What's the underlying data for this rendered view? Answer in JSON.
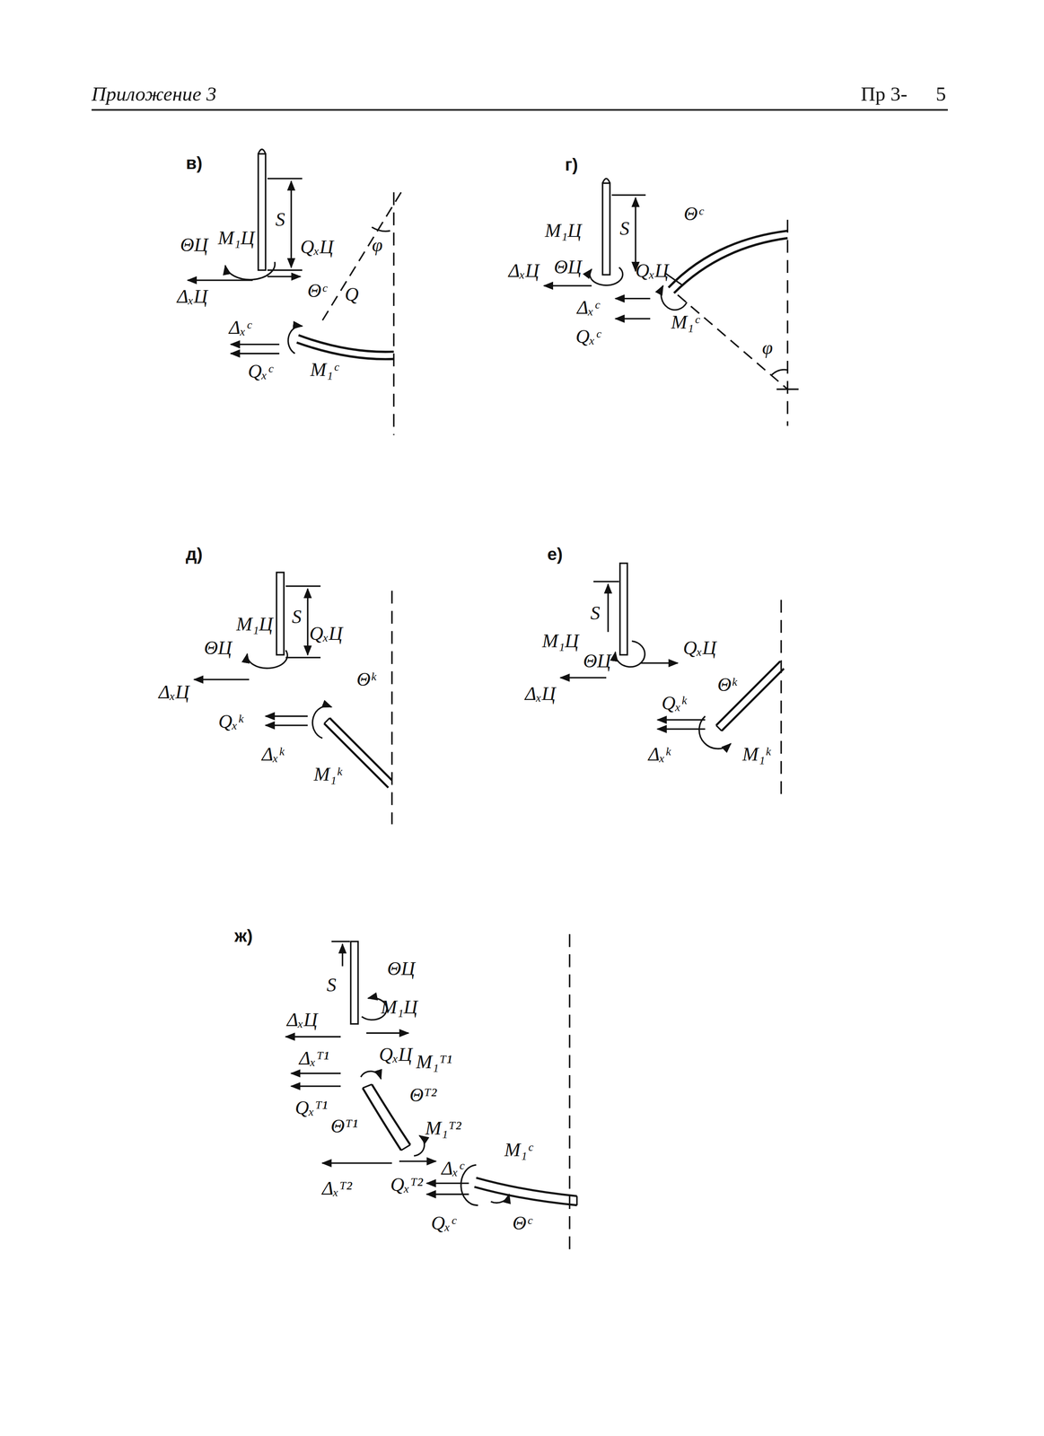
{
  "diagram": {
    "labels": [
      "Приложение 3",
      "Пр 3-",
      "5",
      "в)",
      "S",
      "ΘЦ",
      "M₁Ц",
      "QₓЦ",
      "ΔₓЦ",
      "Θᶜ",
      "Q",
      "φ",
      "Δₓᶜ",
      "Qₓᶜ",
      "M₁ᶜ",
      "г)",
      "S",
      "M₁Ц",
      "ΘЦ",
      "QₓЦ",
      "Θᶜ",
      "ΔₓЦ",
      "Δₓᶜ",
      "Qₓᶜ",
      "M₁ᶜ",
      "φ",
      "д)",
      "M₁Ц",
      "S",
      "ΘЦ",
      "QₓЦ",
      "ΔₓЦ",
      "Θᵏ",
      "Qₓᵏ",
      "Δₓᵏ",
      "M₁ᵏ",
      "е)",
      "S",
      "M₁Ц",
      "ΘЦ",
      "QₓЦ",
      "ΔₓЦ",
      "Qₓᵏ",
      "Θᵏ",
      "Δₓᵏ",
      "M₁ᵏ",
      "ж)",
      "S",
      "ΘЦ",
      "M₁Ц",
      "ΔₓЦ",
      "Δₓᵀ¹",
      "QₓЦ",
      "M₁ᵀ¹",
      "Qₓᵀ¹",
      "Θᵀ²",
      "Θᵀ¹",
      "M₁ᵀ²",
      "Δₓᵀ²",
      "Qₓᵀ²",
      "Δₓᶜ",
      "M₁ᶜ",
      "Qₓᶜ",
      "Θᶜ"
    ]
  }
}
